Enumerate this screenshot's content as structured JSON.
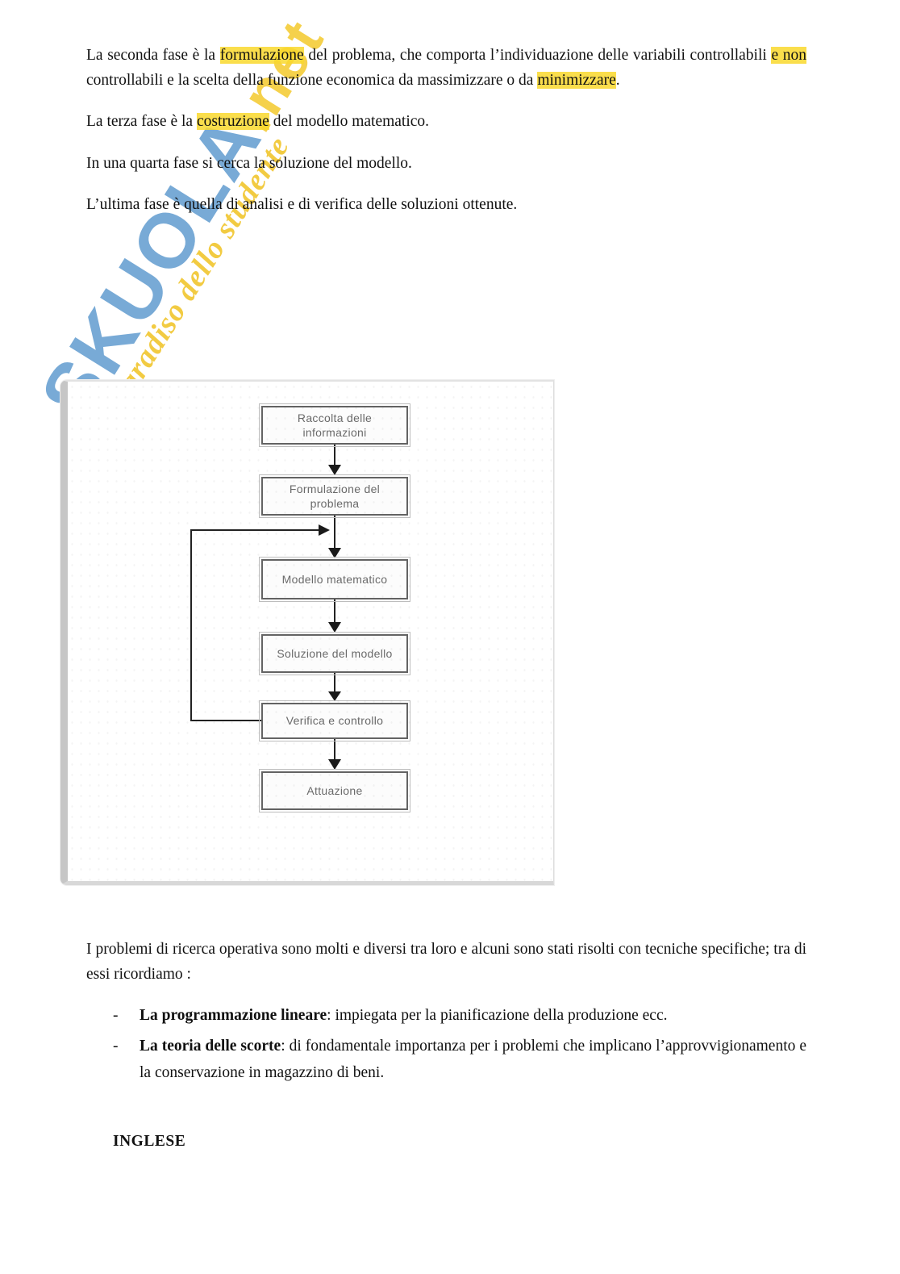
{
  "watermark": {
    "brand": "SKUOLA",
    "suffix": ".net",
    "tagline": "il paradiso dello studente"
  },
  "colors": {
    "highlight_yellow": "#f8d82d",
    "watermark_blue": "#3f86c4",
    "watermark_yellow": "#f3c61e",
    "flowchart_border": "#636363",
    "flowchart_text": "#6a6a6a"
  },
  "paragraphs": {
    "p1": {
      "segments": [
        {
          "text": "La seconda fase è la "
        },
        {
          "text": "formulazione",
          "highlight": true
        },
        {
          "text": " del problema, che comporta l’individuazione delle variabili controllabili "
        },
        {
          "text": "e non",
          "highlight": true
        },
        {
          "text": " controllabili e la scelta della funzione economica da massimizzare o da "
        },
        {
          "text": "minimizzare",
          "highlight": true
        },
        {
          "text": "."
        }
      ]
    },
    "p2": {
      "segments": [
        {
          "text": "La terza fase è la "
        },
        {
          "text": "costruzione",
          "highlight": true
        },
        {
          "text": " del modello matematico."
        }
      ]
    },
    "p3": {
      "text": "In una quarta fase si cerca la soluzione del modello."
    },
    "p4": {
      "text": "L’ultima fase è quella di analisi e di verifica delle soluzioni ottenute."
    },
    "p5": {
      "text": "I problemi di ricerca operativa sono molti e diversi tra loro e alcuni sono stati risolti con tecniche specifiche; tra di essi ricordiamo :"
    }
  },
  "flowchart": {
    "boxes": [
      {
        "label": "Raccolta delle informazioni"
      },
      {
        "label": "Formulazione del problema"
      },
      {
        "label": "Modello matematico"
      },
      {
        "label": "Soluzione del modello"
      },
      {
        "label": "Verifica e controllo"
      },
      {
        "label": "Attuazione"
      }
    ],
    "has_feedback_loop": true
  },
  "list": {
    "items": [
      {
        "marker": "-",
        "term": "La programmazione lineare",
        "text": ": impiegata per la pianificazione della produzione ecc."
      },
      {
        "marker": "-",
        "term": "La teoria delle scorte",
        "text": ": di fondamentale importanza per i problemi che implicano l’approvvigionamento e la conservazione in magazzino di beni."
      }
    ]
  },
  "footer": {
    "heading": "INGLESE"
  }
}
